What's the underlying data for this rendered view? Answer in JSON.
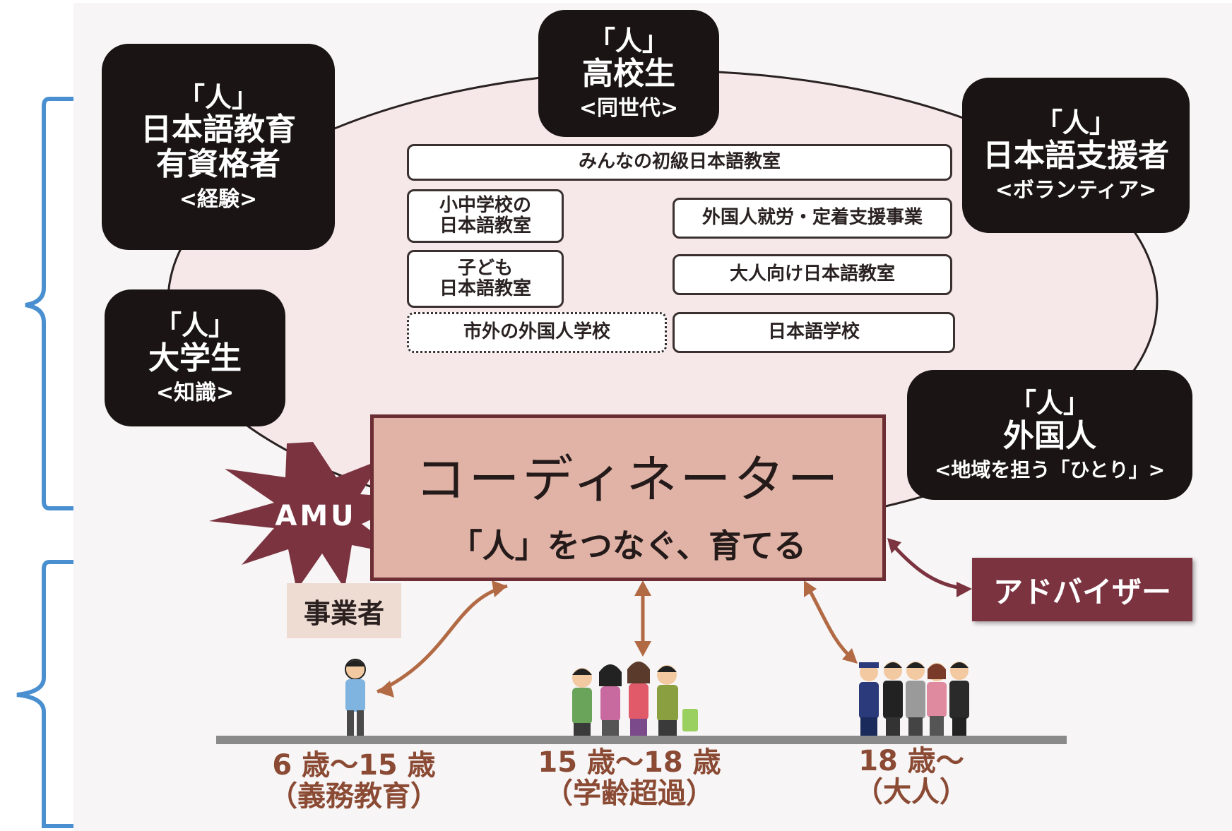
{
  "people": [
    {
      "quote": "「人」",
      "role": "日本語教育\n有資格者",
      "sub": "<経験>"
    },
    {
      "quote": "「人」",
      "role": "高校生",
      "sub": "<同世代>"
    },
    {
      "quote": "「人」",
      "role": "日本語支援者",
      "sub": "<ボランティア>"
    },
    {
      "quote": "「人」",
      "role": "大学生",
      "sub": "<知識>"
    },
    {
      "quote": "「人」",
      "role": "外国人",
      "sub": "<地域を担う「ひとり」>"
    }
  ],
  "classes": [
    "みんなの初級日本語教室",
    "小中学校の\n日本語教室",
    "外国人就労・定着支援事業",
    "子ども\n日本語教室",
    "大人向け日本語教室",
    "市外の外国人学校",
    "日本語学校"
  ],
  "coordinator": {
    "title": "コーディネーター",
    "subtitle": "「人」をつなぐ、育てる"
  },
  "amu": "AMU",
  "operator": "事業者",
  "advisor": "アドバイザー",
  "ages": [
    {
      "range": "6 歳～15 歳",
      "group": "（義務教育）"
    },
    {
      "range": "15 歳～18 歳",
      "group": "（学齢超過）"
    },
    {
      "range": "18 歳～",
      "group": "（大人）"
    }
  ],
  "colors": {
    "accent": "#7b3340",
    "coordinator_fill": "#e0b3a6",
    "arrow": "#b26a45",
    "bracket": "#4a90d0",
    "ellipse_fill": "#f6e8e8"
  }
}
